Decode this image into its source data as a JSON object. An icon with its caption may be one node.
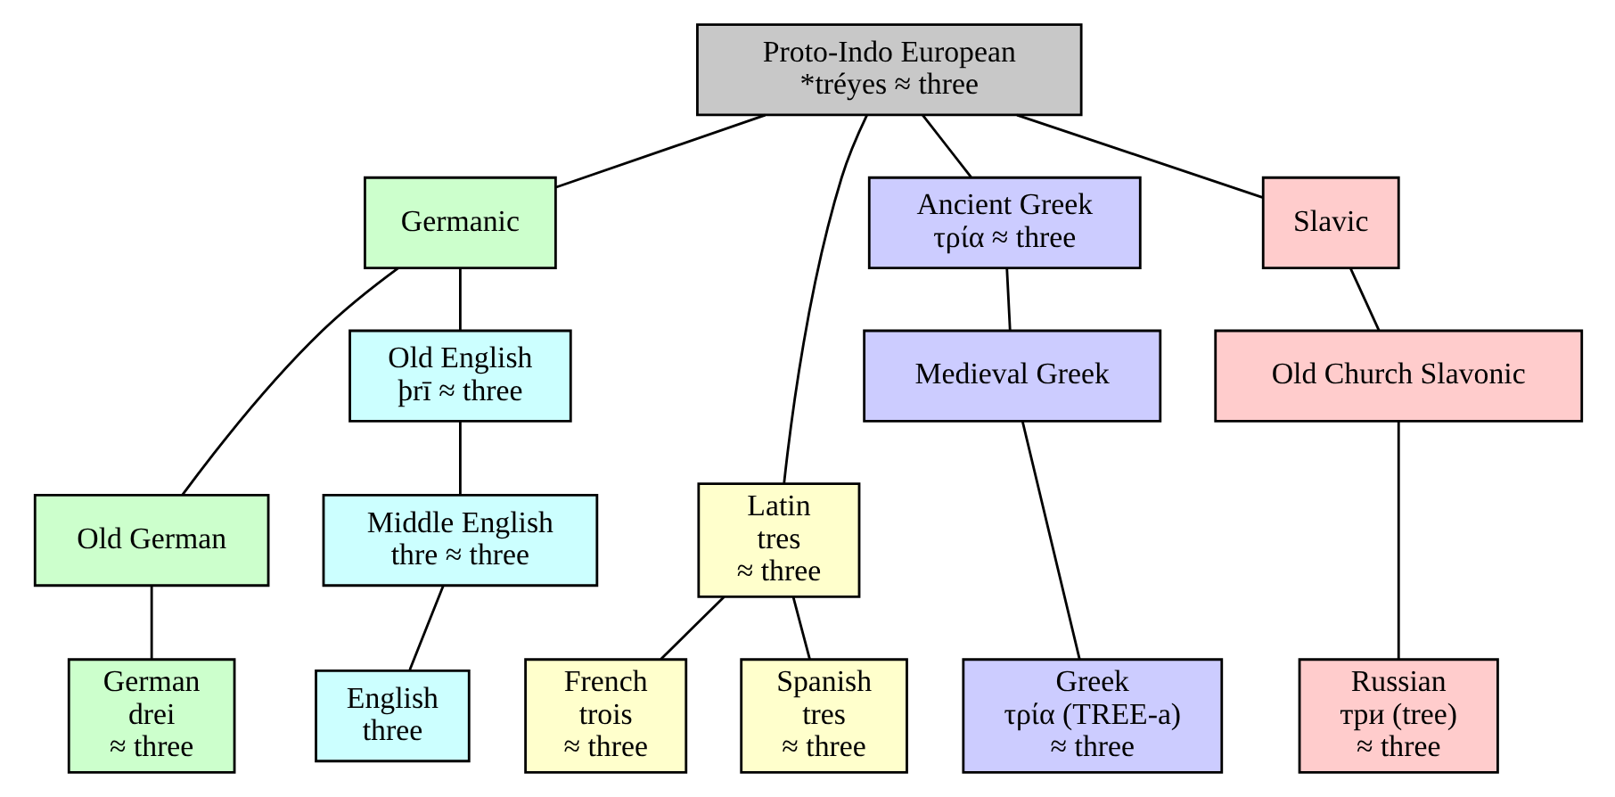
{
  "diagram": {
    "nodes": [
      {
        "text": [
          "Proto-Indo European",
          "*tréyes ≈ three"
        ]
      },
      {
        "text": [
          "Germanic"
        ]
      },
      {
        "text": [
          "Latin",
          "tres",
          "≈ three"
        ]
      },
      {
        "text": [
          "Ancient Greek",
          "τρία ≈ three"
        ]
      },
      {
        "text": [
          "Slavic"
        ]
      },
      {
        "text": [
          "Old German"
        ]
      },
      {
        "text": [
          "Old English",
          "þrī ≈ three"
        ]
      },
      {
        "text": [
          "Middle English",
          "thre ≈ three"
        ]
      },
      {
        "text": [
          "German",
          "drei",
          "≈ three"
        ]
      },
      {
        "text": [
          "English",
          "three"
        ]
      },
      {
        "text": [
          "French",
          "trois",
          "≈ three"
        ]
      },
      {
        "text": [
          "Spanish",
          "tres",
          "≈ three"
        ]
      },
      {
        "text": [
          "Medieval Greek"
        ]
      },
      {
        "text": [
          "Greek",
          "τρία (TREE-a)",
          "≈ three"
        ]
      },
      {
        "text": [
          "Old Church Slavonic"
        ]
      },
      {
        "text": [
          "Russian",
          "три (tree)",
          "≈ three"
        ]
      }
    ],
    "edges": [
      {
        "from": 0,
        "to": 1,
        "arrow": "none"
      },
      {
        "from": 0,
        "to": 2,
        "arrow": "none"
      },
      {
        "from": 0,
        "to": 3,
        "arrow": "none"
      },
      {
        "from": 0,
        "to": 4,
        "arrow": "none"
      },
      {
        "from": 1,
        "to": 5,
        "arrow": "none"
      },
      {
        "from": 1,
        "to": 6,
        "arrow": "none"
      },
      {
        "from": 5,
        "to": 8,
        "arrow": "none"
      },
      {
        "from": 6,
        "to": 7,
        "arrow": "none"
      },
      {
        "from": 7,
        "to": 9,
        "arrow": "none"
      },
      {
        "from": 2,
        "to": 10,
        "arrow": "none"
      },
      {
        "from": 2,
        "to": 11,
        "arrow": "none"
      },
      {
        "from": 3,
        "to": 12,
        "arrow": "none"
      },
      {
        "from": 12,
        "to": 13,
        "arrow": "none"
      },
      {
        "from": 4,
        "to": 14,
        "arrow": "none"
      },
      {
        "from": 14,
        "to": 15,
        "arrow": "none"
      }
    ]
  }
}
